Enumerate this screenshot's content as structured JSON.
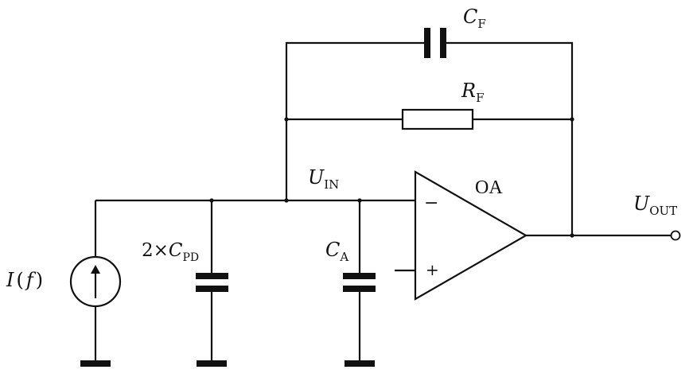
{
  "labels": {
    "cf_main": "C",
    "cf_sub": "F",
    "rf_main": "R",
    "rf_sub": "F",
    "uin_main": "U",
    "uin_sub": "IN",
    "uout_main": "U",
    "uout_sub": "OUT",
    "opamp": "OA",
    "cpd_prefix": "2×",
    "cpd_main": "C",
    "cpd_sub": "PD",
    "ca_main": "C",
    "ca_sub": "A",
    "source_main": "I",
    "source_arg": "f",
    "inv_sign": "−",
    "noninv_sign": "+"
  }
}
